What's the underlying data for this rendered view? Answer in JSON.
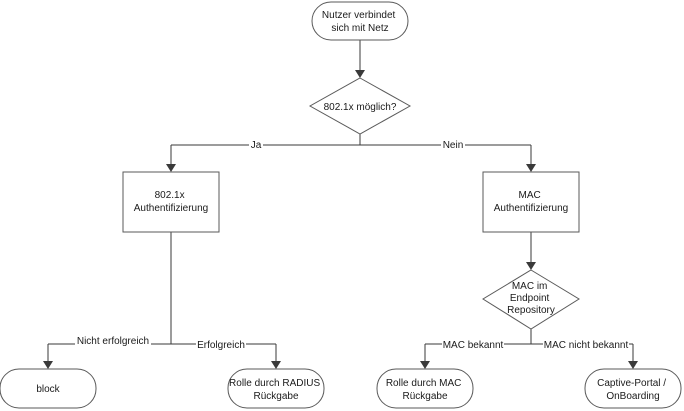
{
  "nodes": {
    "start": [
      "Nutzer verbindet",
      "sich mit Netz"
    ],
    "decision_8021x": [
      "802.1x möglich?"
    ],
    "auth_8021x": [
      "802.1x",
      "Authentifizierung"
    ],
    "auth_mac": [
      "MAC",
      "Authentifizierung"
    ],
    "decision_mac": [
      "MAC im",
      "Endpoint",
      "Repository"
    ],
    "end_block": [
      "block"
    ],
    "end_radius": [
      "Rolle durch RADIUS",
      "Rückgabe"
    ],
    "end_mac_role": [
      "Rolle durch MAC",
      "Rückgabe"
    ],
    "end_portal": [
      "Captive-Portal /",
      "OnBoarding"
    ]
  },
  "edges": {
    "ja": "Ja",
    "nein": "Nein",
    "nicht_erfolgreich": "Nicht erfolgreich",
    "erfolgreich": "Erfolgreich",
    "mac_bekannt": "MAC bekannt",
    "mac_nicht_bekannt": "MAC nicht bekannt"
  }
}
